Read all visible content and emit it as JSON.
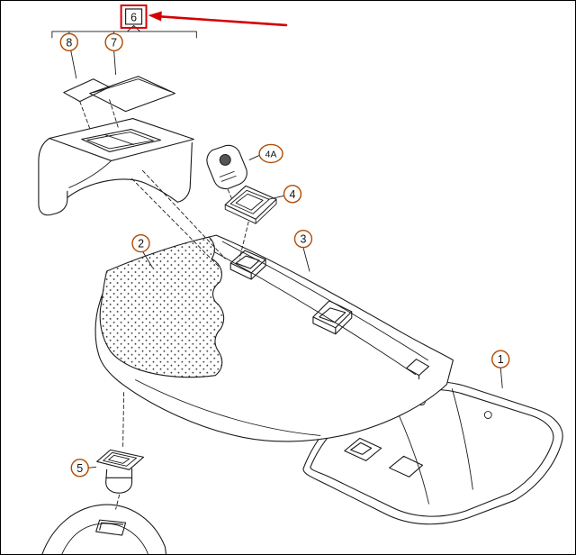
{
  "figure": {
    "kind": "exploded-parts-line-drawing",
    "background": "#ffffff",
    "line_color": "#1a1a1a",
    "callout_color": "#b04a00",
    "highlight_color": "#d40000"
  },
  "callouts": [
    {
      "label": "6",
      "style": "boxed",
      "highlighted": true
    },
    {
      "label": "8",
      "style": "circle"
    },
    {
      "label": "7",
      "style": "circle"
    },
    {
      "label": "4A",
      "style": "circle"
    },
    {
      "label": "4",
      "style": "circle"
    },
    {
      "label": "2",
      "style": "circle"
    },
    {
      "label": "3",
      "style": "circle"
    },
    {
      "label": "1",
      "style": "circle"
    },
    {
      "label": "5",
      "style": "circle"
    }
  ]
}
